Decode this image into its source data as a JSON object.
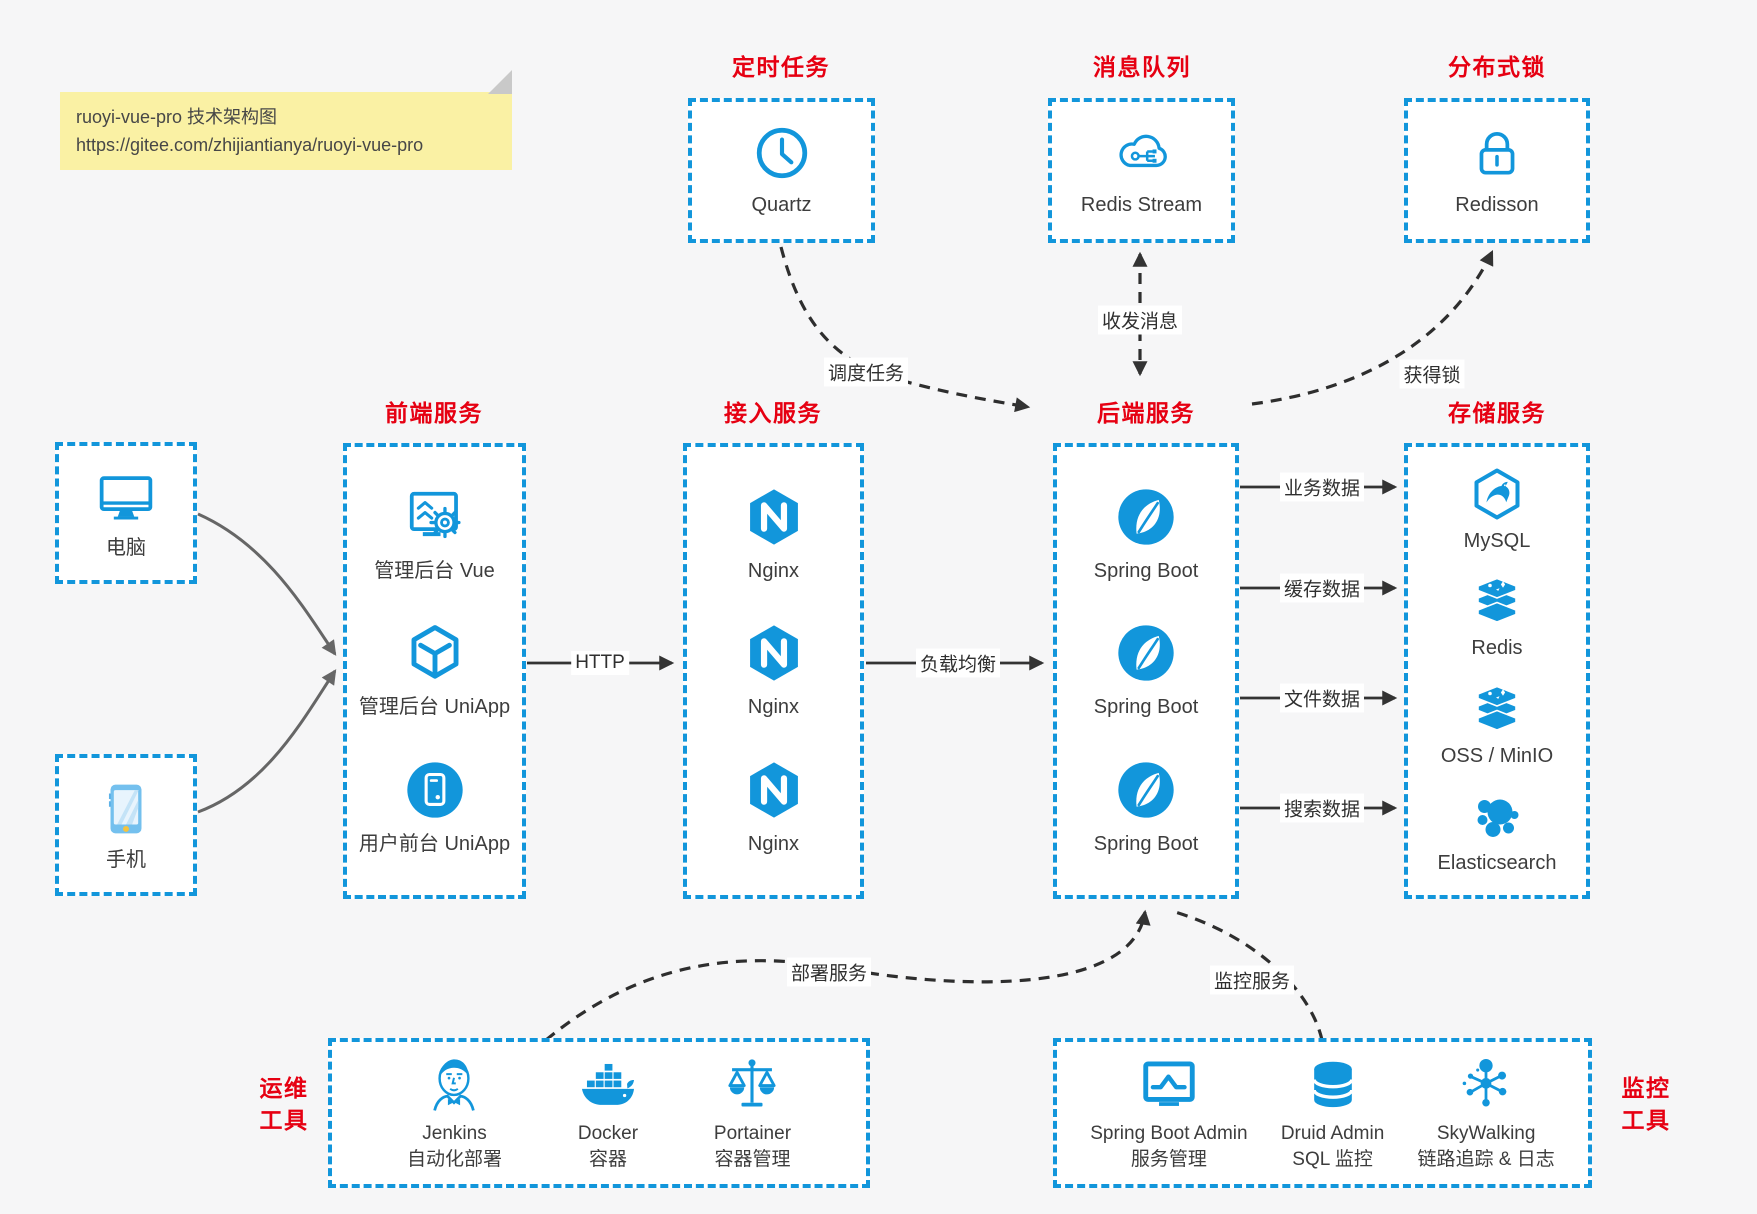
{
  "colors": {
    "accent_blue": "#1296db",
    "title_red": "#e60012",
    "note_yellow": "#faf1a4",
    "arrow_dark": "#333333",
    "arrow_gray": "#666666",
    "canvas_bg": "#f6f6f7"
  },
  "note": {
    "line1": "ruoyi-vue-pro 技术架构图",
    "line2": "https://gitee.com/zhijiantianya/ruoyi-vue-pro"
  },
  "top_groups": [
    {
      "title": "定时任务",
      "label": "Quartz",
      "icon": "clock-icon"
    },
    {
      "title": "消息队列",
      "label": "Redis Stream",
      "icon": "cloud-mq-icon"
    },
    {
      "title": "分布式锁",
      "label": "Redisson",
      "icon": "lock-icon"
    }
  ],
  "clients": [
    {
      "label": "电脑",
      "icon": "desktop-icon"
    },
    {
      "label": "手机",
      "icon": "smartphone-icon"
    }
  ],
  "frontend": {
    "title": "前端服务",
    "items": [
      {
        "label": "管理后台 Vue",
        "icon": "admin-vue-icon"
      },
      {
        "label": "管理后台 UniApp",
        "icon": "uniapp-cube-icon"
      },
      {
        "label": "用户前台 UniApp",
        "icon": "mobile-app-icon"
      }
    ]
  },
  "gateway": {
    "title": "接入服务",
    "items": [
      {
        "label": "Nginx",
        "icon": "nginx-icon"
      },
      {
        "label": "Nginx",
        "icon": "nginx-icon"
      },
      {
        "label": "Nginx",
        "icon": "nginx-icon"
      }
    ]
  },
  "backend": {
    "title": "后端服务",
    "items": [
      {
        "label": "Spring Boot",
        "icon": "spring-boot-icon"
      },
      {
        "label": "Spring Boot",
        "icon": "spring-boot-icon"
      },
      {
        "label": "Spring Boot",
        "icon": "spring-boot-icon"
      }
    ]
  },
  "storage": {
    "title": "存储服务",
    "items": [
      {
        "label": "MySQL",
        "icon": "mysql-icon"
      },
      {
        "label": "Redis",
        "icon": "redis-stack-icon"
      },
      {
        "label": "OSS / MinIO",
        "icon": "storage-stack-icon"
      },
      {
        "label": "Elasticsearch",
        "icon": "elasticsearch-icon"
      }
    ]
  },
  "ops": {
    "side_title_line1": "运维",
    "side_title_line2": "工具",
    "items": [
      {
        "name": "Jenkins",
        "desc": "自动化部署",
        "icon": "jenkins-icon"
      },
      {
        "name": "Docker",
        "desc": "容器",
        "icon": "docker-icon"
      },
      {
        "name": "Portainer",
        "desc": "容器管理",
        "icon": "portainer-icon"
      }
    ]
  },
  "monitoring": {
    "side_title_line1": "监控",
    "side_title_line2": "工具",
    "items": [
      {
        "name": "Spring Boot Admin",
        "desc": "服务管理",
        "icon": "spring-boot-admin-icon"
      },
      {
        "name": "Druid Admin",
        "desc": "SQL 监控",
        "icon": "druid-icon"
      },
      {
        "name": "SkyWalking",
        "desc": "链路追踪 & 日志",
        "icon": "skywalking-icon"
      }
    ]
  },
  "edges": {
    "dispatch": "调度任务",
    "messaging": "收发消息",
    "acquire_lock": "获得锁",
    "http": "HTTP",
    "load_balance": "负载均衡",
    "business_data": "业务数据",
    "cache_data": "缓存数据",
    "file_data": "文件数据",
    "search_data": "搜索数据",
    "deploy": "部署服务",
    "monitor": "监控服务"
  }
}
